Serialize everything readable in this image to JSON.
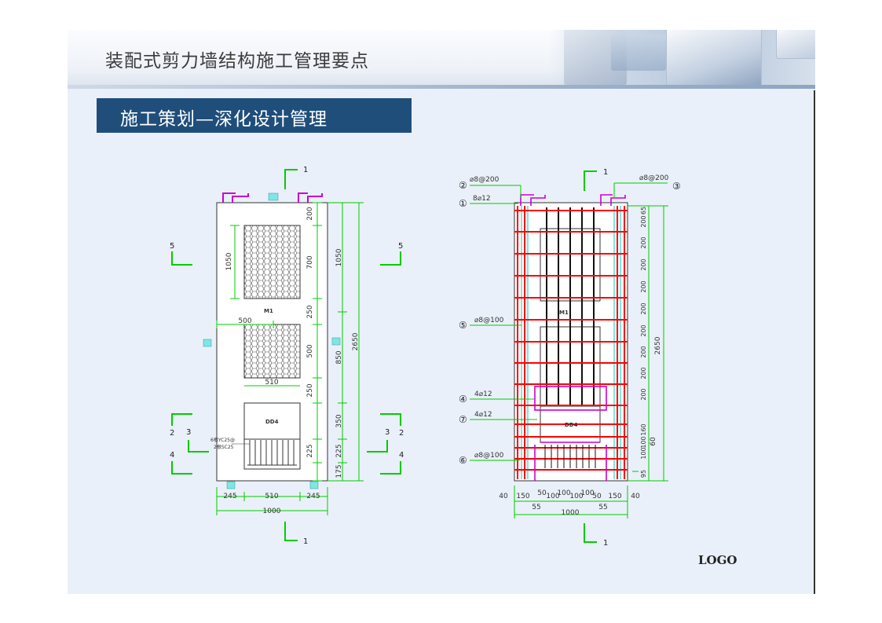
{
  "header": {
    "title": "装配式剪力墙结构施工管理要点"
  },
  "section": {
    "subtitle": "施工策划—深化设计管理"
  },
  "logo": "LOGO",
  "colors": {
    "subbar": "#1f4e7a",
    "panel_bg": "#eaf0f9",
    "dim_green": "#00cc00",
    "rebar_red": "#ff0000",
    "rebar_magenta": "#cc00cc",
    "rebar_cyan": "#00cccc"
  },
  "left_drawing": {
    "section_1": "1",
    "section_5": "5",
    "section_2": "2",
    "section_3": "3",
    "section_4": "4",
    "opening_m1": "M1",
    "dd_label": "DD4",
    "note_line1": "6根YC25@",
    "note_line2": "2根SC25",
    "dim_200": "200",
    "dim_700": "700",
    "dim_250a": "250",
    "dim_500v": "500",
    "dim_250b": "250",
    "dim_350": "350",
    "dim_225a": "225",
    "dim_225b": "225",
    "dim_175": "175",
    "dim_1050_left": "1050",
    "dim_1050_right": "1050",
    "dim_850": "850",
    "dim_2650": "2650",
    "dim_500h": "500",
    "dim_510_mid": "510",
    "dim_245a": "245",
    "dim_510": "510",
    "dim_245b": "245",
    "dim_1000": "1000"
  },
  "right_drawing": {
    "section_1": "1",
    "callout_1": "①",
    "callout_2": "②",
    "callout_3": "③",
    "callout_4": "④",
    "callout_5": "⑤",
    "callout_6": "⑥",
    "callout_7": "⑦",
    "label_1": "8⌀12",
    "label_2": "⌀8@200",
    "label_3": "⌀8@200",
    "label_4": "4⌀12",
    "label_5": "⌀8@100",
    "label_6": "⌀8@100",
    "label_7": "4⌀12",
    "opening_m1": "M1",
    "dd_label": "DD4",
    "dim_2650": "2650",
    "dim_1000": "1000",
    "dim_55a": "55",
    "dim_55b": "55",
    "dim_60": "60",
    "right_dims": [
      "65",
      "200",
      "200",
      "200",
      "200",
      "200",
      "200",
      "200",
      "200",
      "200",
      "160",
      "100",
      "100",
      "95"
    ],
    "bottom_dims": [
      "40",
      "150",
      "50",
      "100",
      "100",
      "100",
      "100",
      "50",
      "150",
      "40"
    ]
  }
}
